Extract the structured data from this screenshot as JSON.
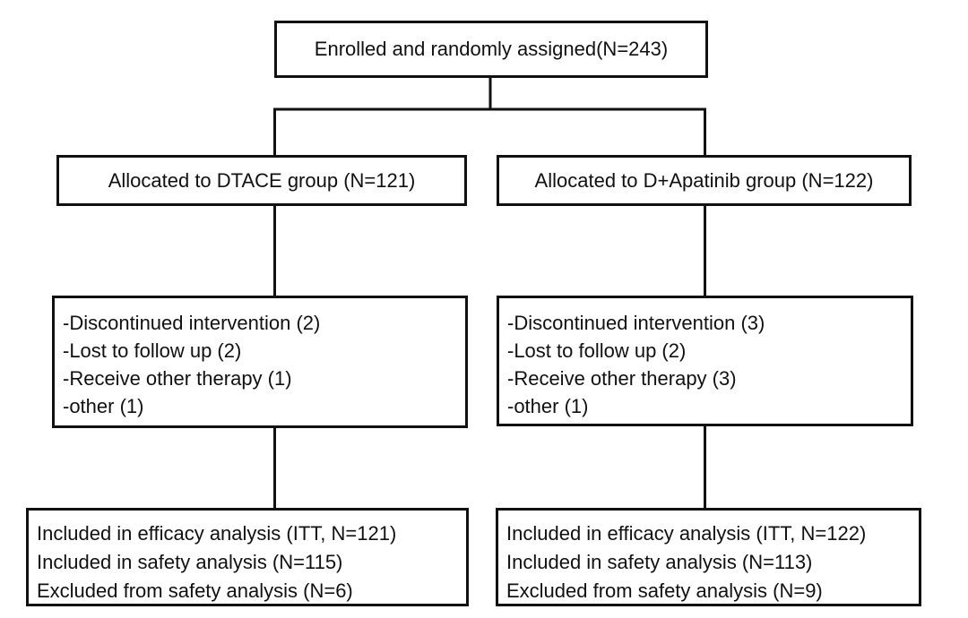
{
  "enrollment": {
    "label": "Enrolled and randomly assigned(N=243)"
  },
  "arms": [
    {
      "allocation": "Allocated to DTACE group (N=121)",
      "attrition": [
        "-Discontinued intervention (2)",
        "-Lost to follow up (2)",
        "-Receive other therapy (1)",
        "-other (1)"
      ],
      "analysis": [
        "Included in efficacy analysis (ITT, N=121)",
        "Included in safety analysis (N=115)",
        "Excluded from safety analysis (N=6)"
      ]
    },
    {
      "allocation": "Allocated to D+Apatinib group (N=122)",
      "attrition": [
        "-Discontinued intervention (3)",
        "-Lost to follow up (2)",
        "-Receive other therapy (3)",
        "-other (1)"
      ],
      "analysis": [
        "Included in efficacy analysis (ITT, N=122)",
        "Included in safety analysis (N=113)",
        "Excluded from safety analysis (N=9)"
      ]
    }
  ]
}
